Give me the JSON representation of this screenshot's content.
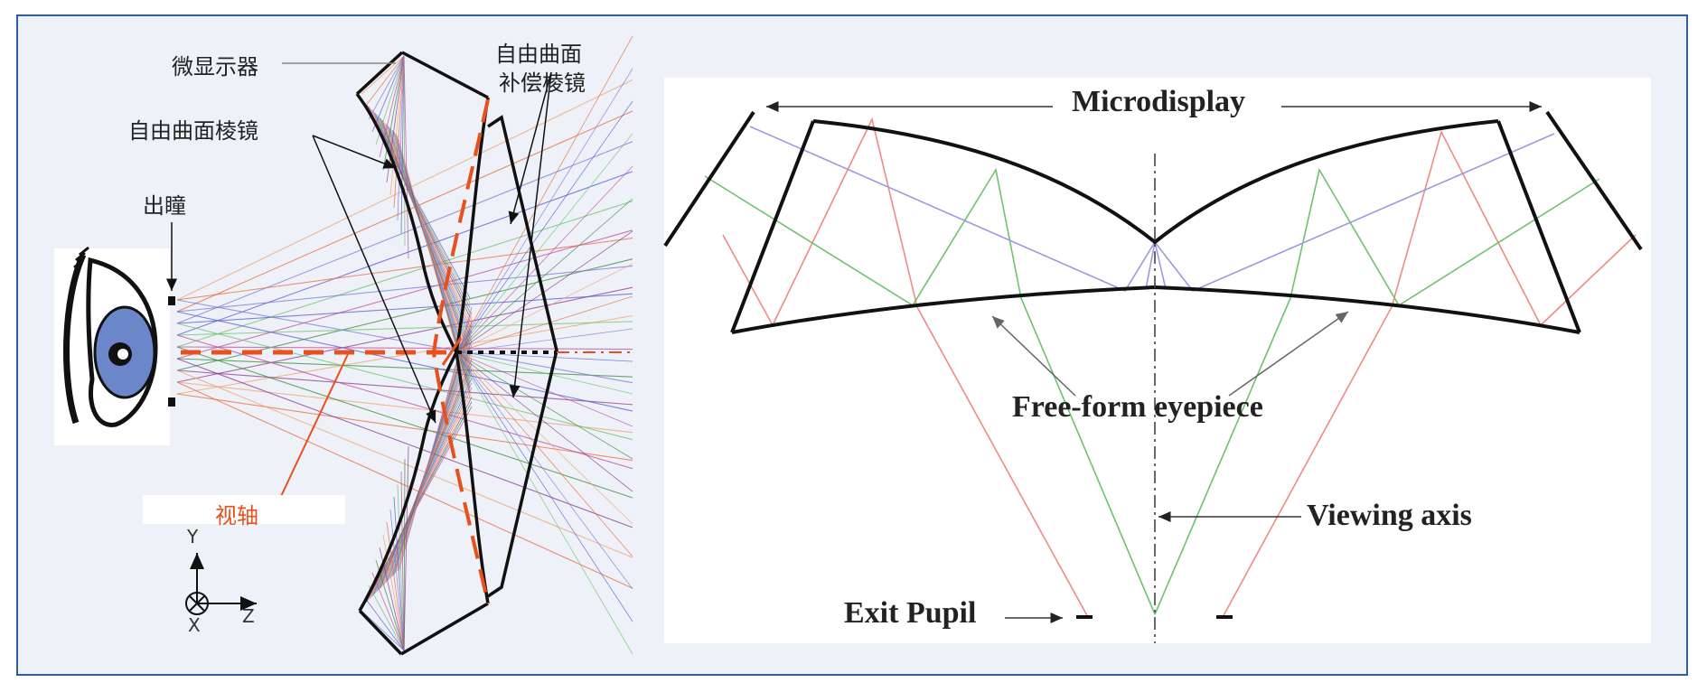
{
  "left_panel": {
    "microdisplay_label": "微显示器",
    "freeform_prism_label": "自由曲面棱镜",
    "exit_pupil_label": "出瞳",
    "compensator_label_line1": "自由曲面",
    "compensator_label_line2": "补偿棱镜",
    "visual_axis_label": "视轴",
    "axis_y": "Y",
    "axis_x": "X",
    "axis_z": "Z"
  },
  "right_panel": {
    "microdisplay_label": "Microdisplay",
    "eyepiece_label": "Free-form eyepiece",
    "viewing_axis_label": "Viewing axis",
    "exit_pupil_label": "Exit Pupil"
  },
  "colors": {
    "frame_border": "#2e5f9e",
    "frame_fill": "#eef2f8",
    "visual_axis": "#e8501c",
    "eye_iris": "#6b86c9",
    "ray_red": "#f08a84",
    "ray_green": "#6cc36c",
    "ray_blue": "#9a9ae0"
  },
  "icons": [
    "eye-icon",
    "coordinate-axes-icon"
  ]
}
